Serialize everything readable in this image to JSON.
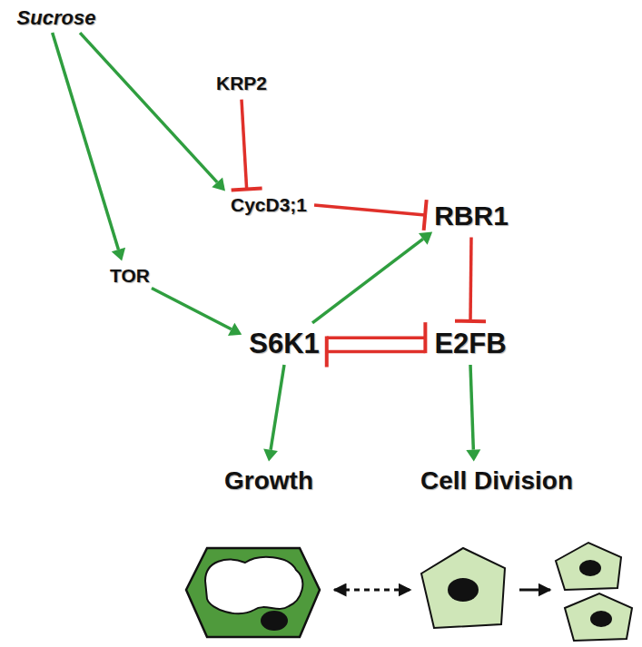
{
  "diagram": {
    "nodes": [
      {
        "text": [
          "Sucrose"
        ]
      },
      {
        "text": [
          "KRP2"
        ]
      },
      {
        "text": [
          "CycD3;1"
        ]
      },
      {
        "text": [
          "RBR1"
        ]
      },
      {
        "text": [
          "TOR"
        ]
      },
      {
        "text": [
          "S6K1"
        ]
      },
      {
        "text": [
          "E2FB"
        ]
      },
      {
        "text": [
          "Growth"
        ]
      },
      {
        "text": [
          "Cell Division"
        ]
      }
    ],
    "edges": [
      {
        "from": 0,
        "to": 2,
        "arrow": "to"
      },
      {
        "from": 0,
        "to": 4,
        "arrow": "to"
      },
      {
        "from": 1,
        "to": 2,
        "arrow": "to"
      },
      {
        "from": 2,
        "to": 3,
        "arrow": "to"
      },
      {
        "from": 4,
        "to": 5,
        "arrow": "to"
      },
      {
        "from": 5,
        "to": 3,
        "arrow": "to"
      },
      {
        "from": 3,
        "to": 6,
        "arrow": "to"
      },
      {
        "from": 5,
        "to": 6,
        "arrow": "to"
      },
      {
        "from": 6,
        "to": 5,
        "arrow": "to"
      },
      {
        "from": 5,
        "to": 7,
        "arrow": "to"
      },
      {
        "from": 6,
        "to": 8,
        "arrow": "to"
      }
    ]
  }
}
